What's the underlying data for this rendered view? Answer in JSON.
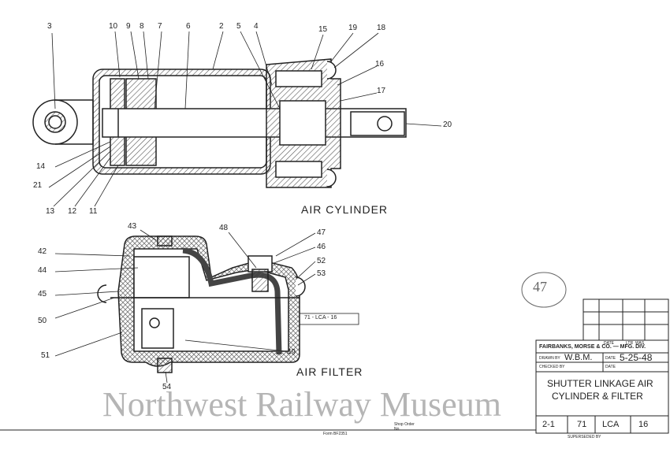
{
  "labels": {
    "top": [
      "3",
      "10",
      "9",
      "8",
      "7",
      "6",
      "2",
      "5",
      "4",
      "15",
      "19",
      "18",
      "16",
      "17",
      "20"
    ],
    "left_cyl": [
      "14",
      "21",
      "13",
      "12",
      "11"
    ],
    "filter": [
      "43",
      "42",
      "44",
      "45",
      "50",
      "51",
      "48",
      "47",
      "46",
      "52",
      "53",
      "49",
      "54"
    ]
  },
  "captions": {
    "air_cylinder": "AIR CYLINDER",
    "air_filter": "AIR FILTER",
    "ref_box": "71 - LCA - 16",
    "stamp": "47"
  },
  "title_block": {
    "company": "FAIRBANKS, MORSE & CO. — MFG. DIV.",
    "drawn_by_label": "DRAWN BY",
    "drawn_by": "W.B.M.",
    "date_label": "DATE",
    "date": "5-25-48",
    "checked_by_label": "CHECKED BY",
    "date2_label": "DATE",
    "title_line1": "SHUTTER LINKAGE AIR",
    "title_line2": "CYLINDER & FILTER",
    "num1": "2-1",
    "num2": "71",
    "num3": "LCA",
    "num4": "16",
    "rev_date_label": "DATE",
    "rev_ltr_label": "LTR",
    "rev_was_label": "WAS",
    "superseded_label": "SUPERSEDED BY",
    "form_label": "Form BF2351",
    "order_label": "Shop Order No."
  },
  "watermark": "Northwest Railway Museum",
  "colors": {
    "ink": "#222222",
    "hatch": "#555555",
    "paper": "#ffffff"
  }
}
